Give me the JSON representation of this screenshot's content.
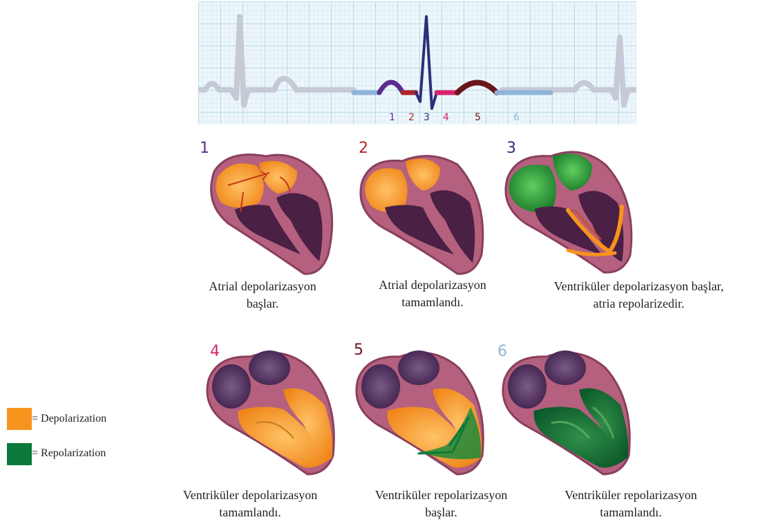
{
  "ecg": {
    "markers": [
      {
        "label": "1",
        "color": "#5b2d8e"
      },
      {
        "label": "2",
        "color": "#b0262b"
      },
      {
        "label": "3",
        "color": "#2b2f7a"
      },
      {
        "label": "4",
        "color": "#d6246e"
      },
      {
        "label": "5",
        "color": "#6b1419"
      },
      {
        "label": "6",
        "color": "#8fb4d9"
      }
    ]
  },
  "panels": [
    {
      "number": "1",
      "number_color": "#5b2d8e",
      "caption_line1": "Atrial depolarizasyon",
      "caption_line2": "başlar."
    },
    {
      "number": "2",
      "number_color": "#b0262b",
      "caption_line1": "Atrial depolarizasyon",
      "caption_line2": "tamamlandı."
    },
    {
      "number": "3",
      "number_color": "#2b2f7a",
      "caption_line1": "Ventriküler depolarizasyon başlar,",
      "caption_line2": "atria repolarizedir."
    },
    {
      "number": "4",
      "number_color": "#d6246e",
      "caption_line1": "Ventriküler depolarizasyon",
      "caption_line2": "tamamlandı."
    },
    {
      "number": "5",
      "number_color": "#6b1419",
      "caption_line1": "Ventriküler repolarizasyon",
      "caption_line2": "başlar."
    },
    {
      "number": "6",
      "number_color": "#8fb4d9",
      "caption_line1": "Ventriküler repolarizasyon",
      "caption_line2": "tamamlandı."
    }
  ],
  "legend": {
    "depolarization": {
      "label": "= Depolarization",
      "color": "#f7941d"
    },
    "repolarization": {
      "label": "= Repolarization",
      "color": "#0b7a3a"
    }
  }
}
